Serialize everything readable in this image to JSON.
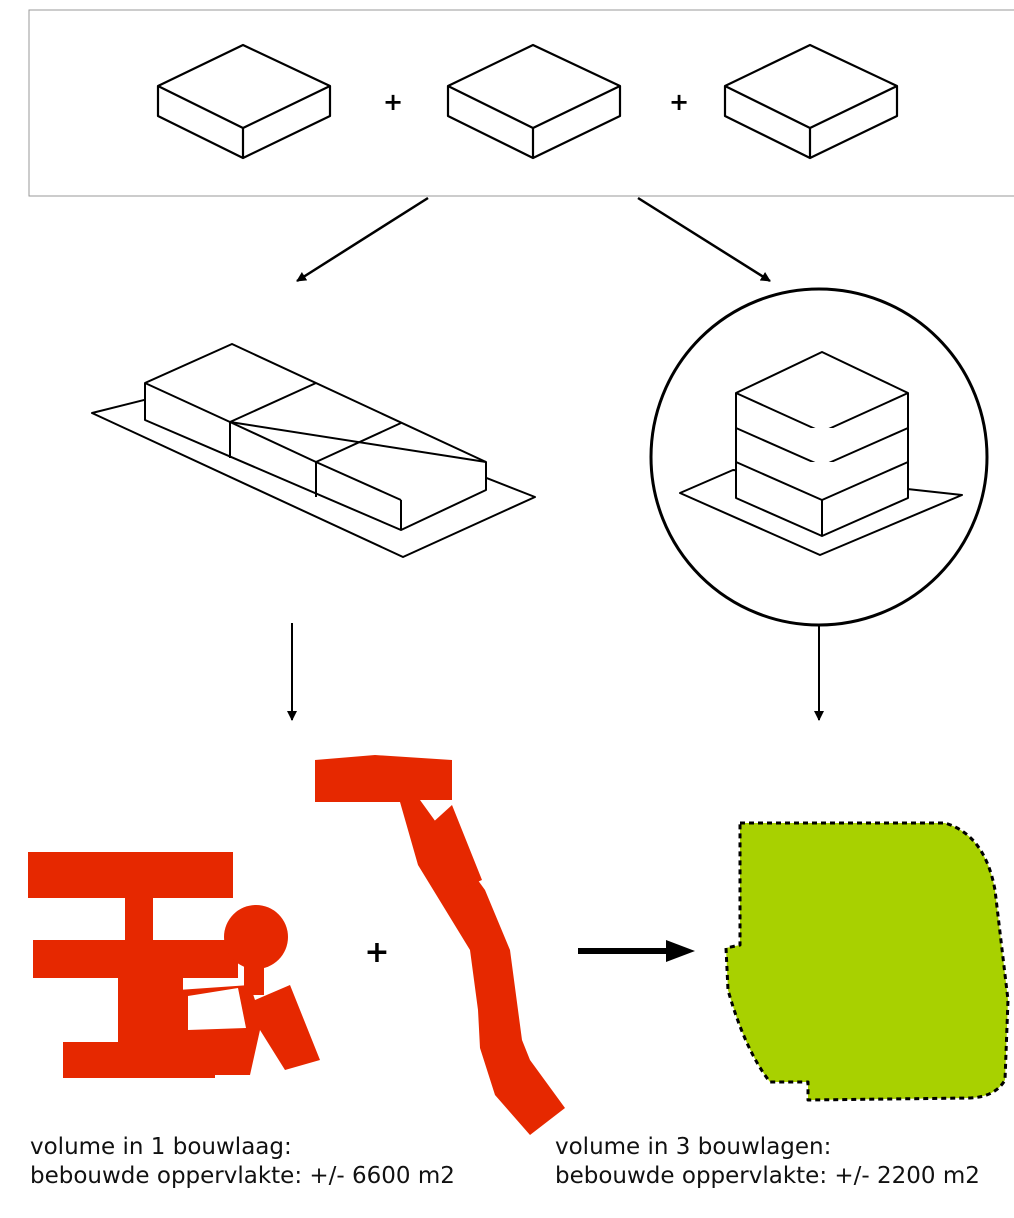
{
  "diagram": {
    "top_operators": [
      "+",
      "+"
    ],
    "middle_operator": "+",
    "left_caption": {
      "line1": "volume in 1 bouwlaag:",
      "line2": "bebouwde oppervlakte: +/- 6600 m2"
    },
    "right_caption": {
      "line1": "volume in 3 bouwlagen:",
      "line2": "bebouwde oppervlakte: +/- 2200 m2"
    },
    "colors": {
      "line": "#000000",
      "existing_buildings": "#e62800",
      "proposed_footprint": "#a8d100"
    },
    "icons": [
      "flat-box-icon",
      "stacked-volume-icon",
      "arrow-icon"
    ]
  }
}
